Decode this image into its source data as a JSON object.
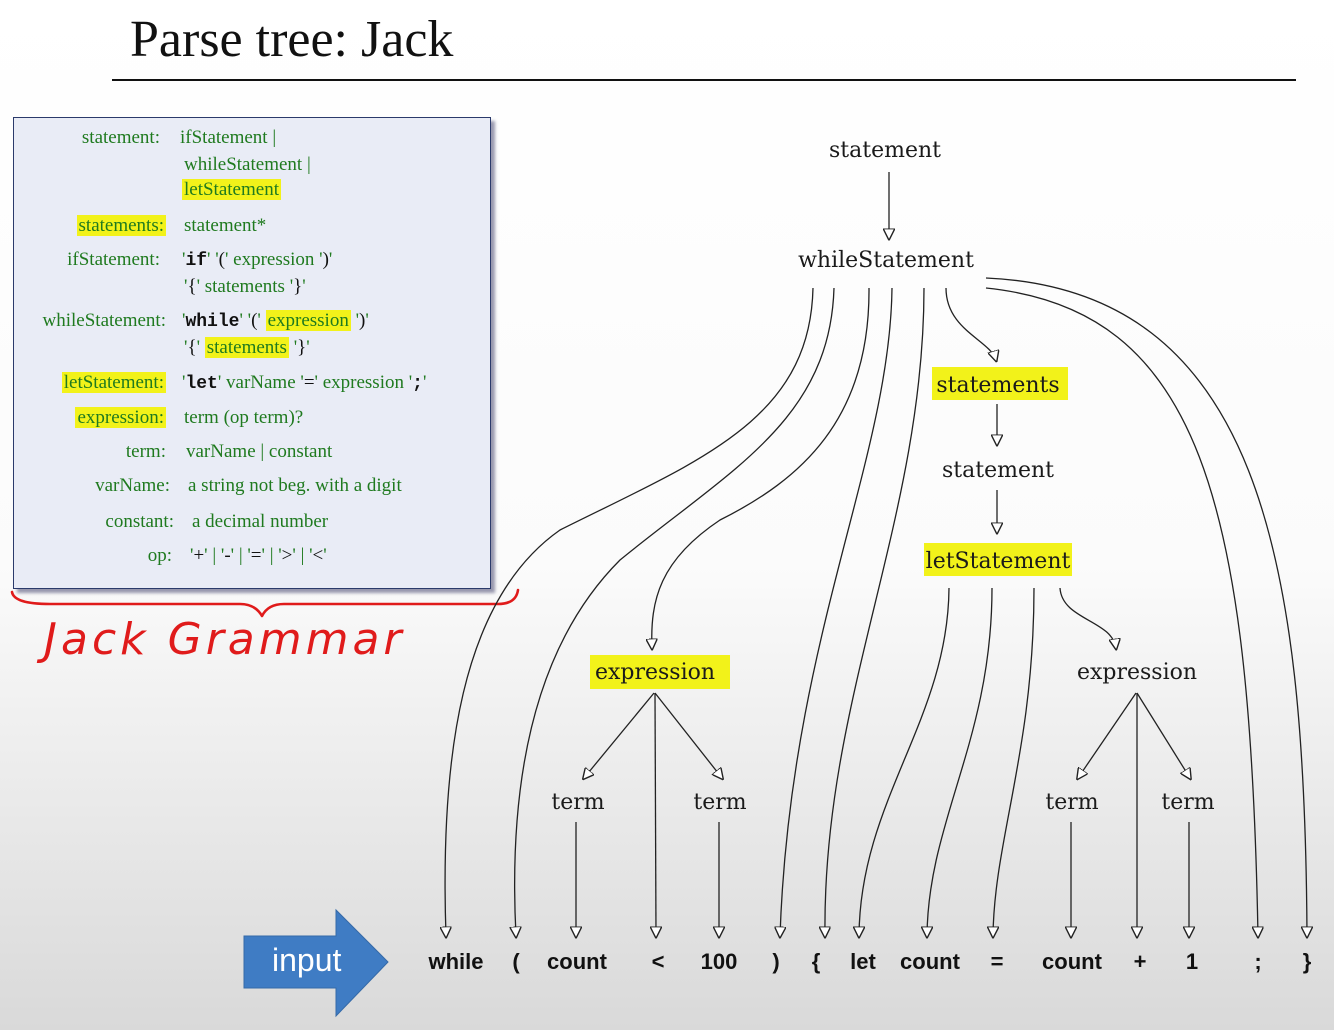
{
  "title": "Parse tree: Jack",
  "grammar": {
    "rules": [
      {
        "name": "statement:",
        "lines": [
          "ifStatement |",
          "whileStatement |",
          "letStatement"
        ]
      },
      {
        "name": "statements:",
        "lines": [
          "statement*"
        ]
      },
      {
        "name": "ifStatement:",
        "lines": [
          "'if' '(' expression ')'",
          "'{' statements '}'"
        ]
      },
      {
        "name": "whileStatement:",
        "lines": [
          "'while' '(' expression ')'",
          "'{' statements '}'"
        ]
      },
      {
        "name": "letStatement:",
        "lines": [
          "'let' varName '=' expression ';'"
        ]
      },
      {
        "name": "expression:",
        "lines": [
          "term (op term)?"
        ]
      },
      {
        "name": "term:",
        "lines": [
          "varName | constant"
        ]
      },
      {
        "name": "varName:",
        "lines": [
          "a string not beg. with a digit"
        ]
      },
      {
        "name": "constant:",
        "lines": [
          "a decimal number"
        ]
      },
      {
        "name": "op:",
        "lines": [
          "'+' | '-' | '=' | '>' | '<'"
        ]
      }
    ],
    "highlight_color": "#f2f21a",
    "text_color": "#1f7a1f"
  },
  "handwritten_note": "Jack Grammar",
  "tree": {
    "nodes": {
      "statement_top": "statement",
      "while_statement": "whileStatement",
      "statements": "statements",
      "statement_inner": "statement",
      "let_statement": "letStatement",
      "expression_left": "expression",
      "expression_right": "expression",
      "term_1": "term",
      "term_2": "term",
      "term_3": "term",
      "term_4": "term"
    },
    "highlighted_nodes": [
      "statements",
      "letStatement",
      "expression"
    ]
  },
  "input_label": "input",
  "tokens": [
    "while",
    "(",
    "count",
    "<",
    "100",
    ")",
    "{",
    "let",
    "count",
    "=",
    "count",
    "+",
    "1",
    ";",
    "}"
  ],
  "colors": {
    "arrow": "#3f7cc4",
    "highlight": "#f2f21a",
    "annotation": "#e01b1b"
  }
}
